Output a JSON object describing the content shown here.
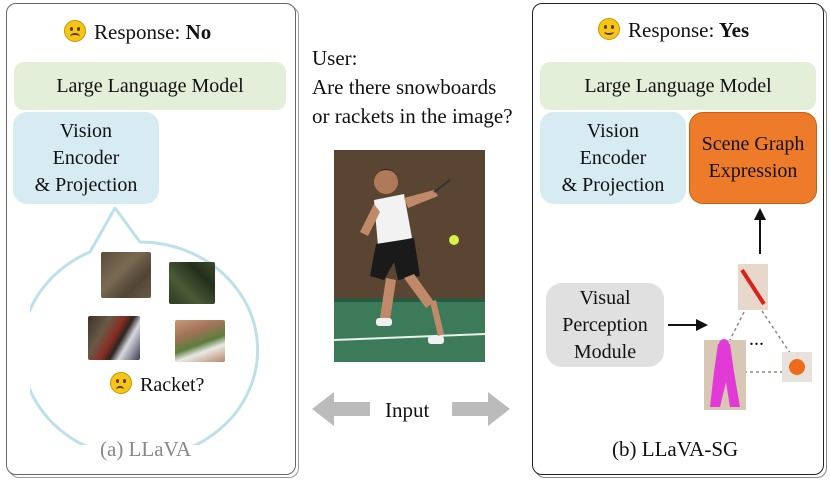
{
  "left_panel": {
    "response_prefix": "Response:",
    "response_value": "No",
    "llm_label": "Large Language Model",
    "vision_label_lines": [
      "Vision",
      "Encoder",
      "& Projection"
    ],
    "bubble_text": "Racket?",
    "caption": "(a) LLaVA"
  },
  "center": {
    "user_label": "User:",
    "question_lines": [
      "Are there snowboards",
      "or rackets in the image?"
    ],
    "input_label": "Input"
  },
  "right_panel": {
    "response_prefix": "Response:",
    "response_value": "Yes",
    "llm_label": "Large Language Model",
    "vision_label_lines": [
      "Vision",
      "Encoder",
      "& Projection"
    ],
    "scene_graph_lines": [
      "Scene Graph",
      "Expression"
    ],
    "vpm_lines": [
      "Visual",
      "Perception",
      "Module"
    ],
    "ellipsis": "...",
    "caption": "(b) LLaVA-SG"
  },
  "colors": {
    "llm_fill": "#e3efd9",
    "vision_fill": "#d6ebf2",
    "scene_graph_fill": "#ee7b2a",
    "vpm_fill": "#e0e0e0",
    "arrow_grey": "#bbbbbb"
  }
}
